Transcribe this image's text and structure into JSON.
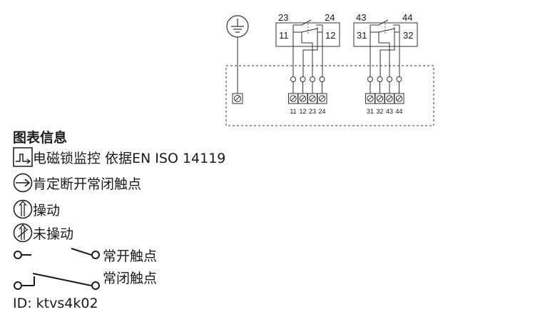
{
  "diagram": {
    "contact_block_1": {
      "top_left": "23",
      "top_right": "24",
      "inner_left": "11",
      "inner_right": "12"
    },
    "contact_block_2": {
      "top_left": "43",
      "top_right": "44",
      "inner_left": "31",
      "inner_right": "32"
    },
    "terminals_1": [
      "11",
      "12",
      "23",
      "24"
    ],
    "terminals_2": [
      "31",
      "32",
      "43",
      "44"
    ]
  },
  "legend": {
    "title": "图表信息",
    "items": [
      {
        "icon": "interlock-monitoring-icon",
        "label": "电磁锁监控 依据EN ISO 14119"
      },
      {
        "icon": "positive-break-icon",
        "label": "肯定断开常闭触点"
      },
      {
        "icon": "actuated-icon",
        "label": "操动"
      },
      {
        "icon": "not-actuated-icon",
        "label": "未操动"
      },
      {
        "icon": "normally-open-contact-icon",
        "label": "常开触点"
      },
      {
        "icon": "normally-closed-contact-icon",
        "label": "常闭触点"
      }
    ]
  },
  "id_text": "ID: ktvs4k02"
}
